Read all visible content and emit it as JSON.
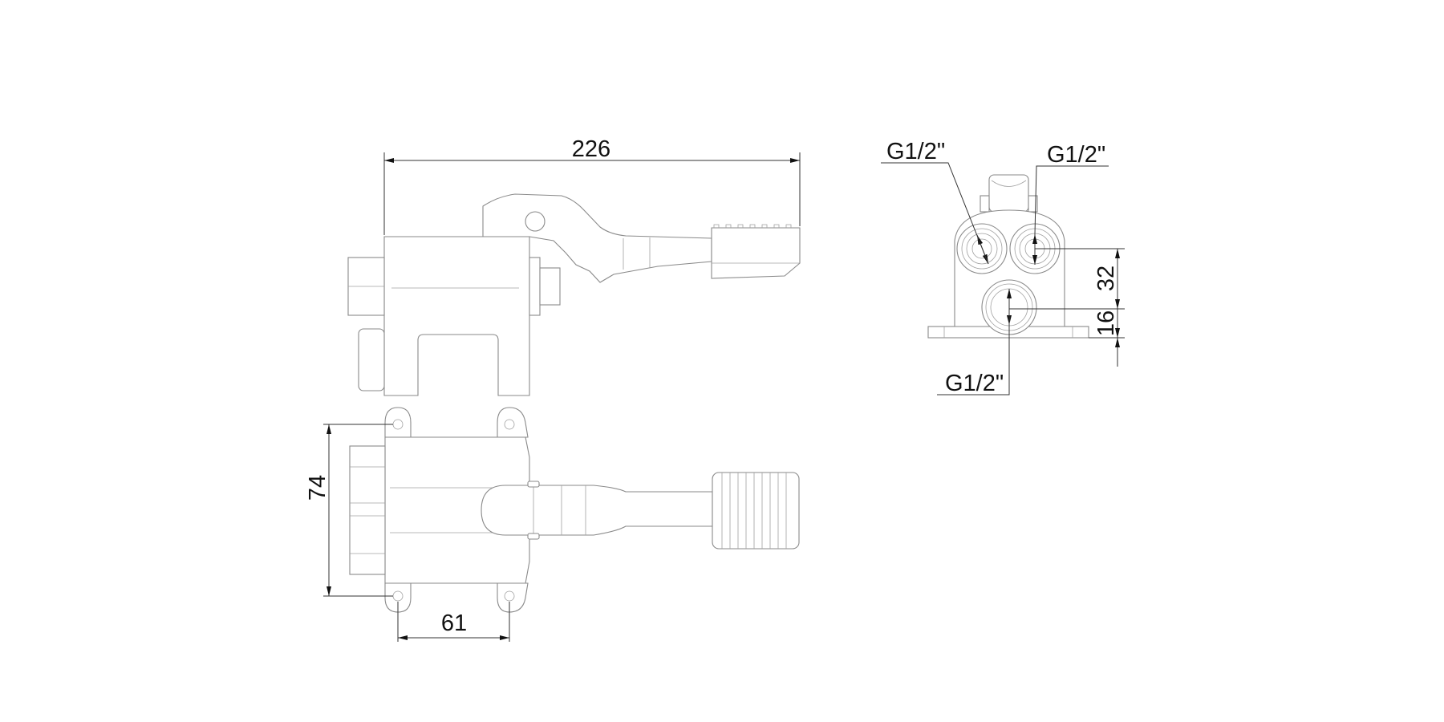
{
  "drawing": {
    "side_view": {
      "overall_length": "226"
    },
    "front_view": {
      "port_left_label": "G1/2\"",
      "port_right_label": "G1/2\"",
      "port_bottom_label": "G1/2\"",
      "port_spacing": "32",
      "port_height": "16"
    },
    "top_view": {
      "width": "74",
      "hole_spacing": "61"
    }
  },
  "colors": {
    "line": "#8a8a8a",
    "dimension": "#333333",
    "background": "#ffffff"
  }
}
